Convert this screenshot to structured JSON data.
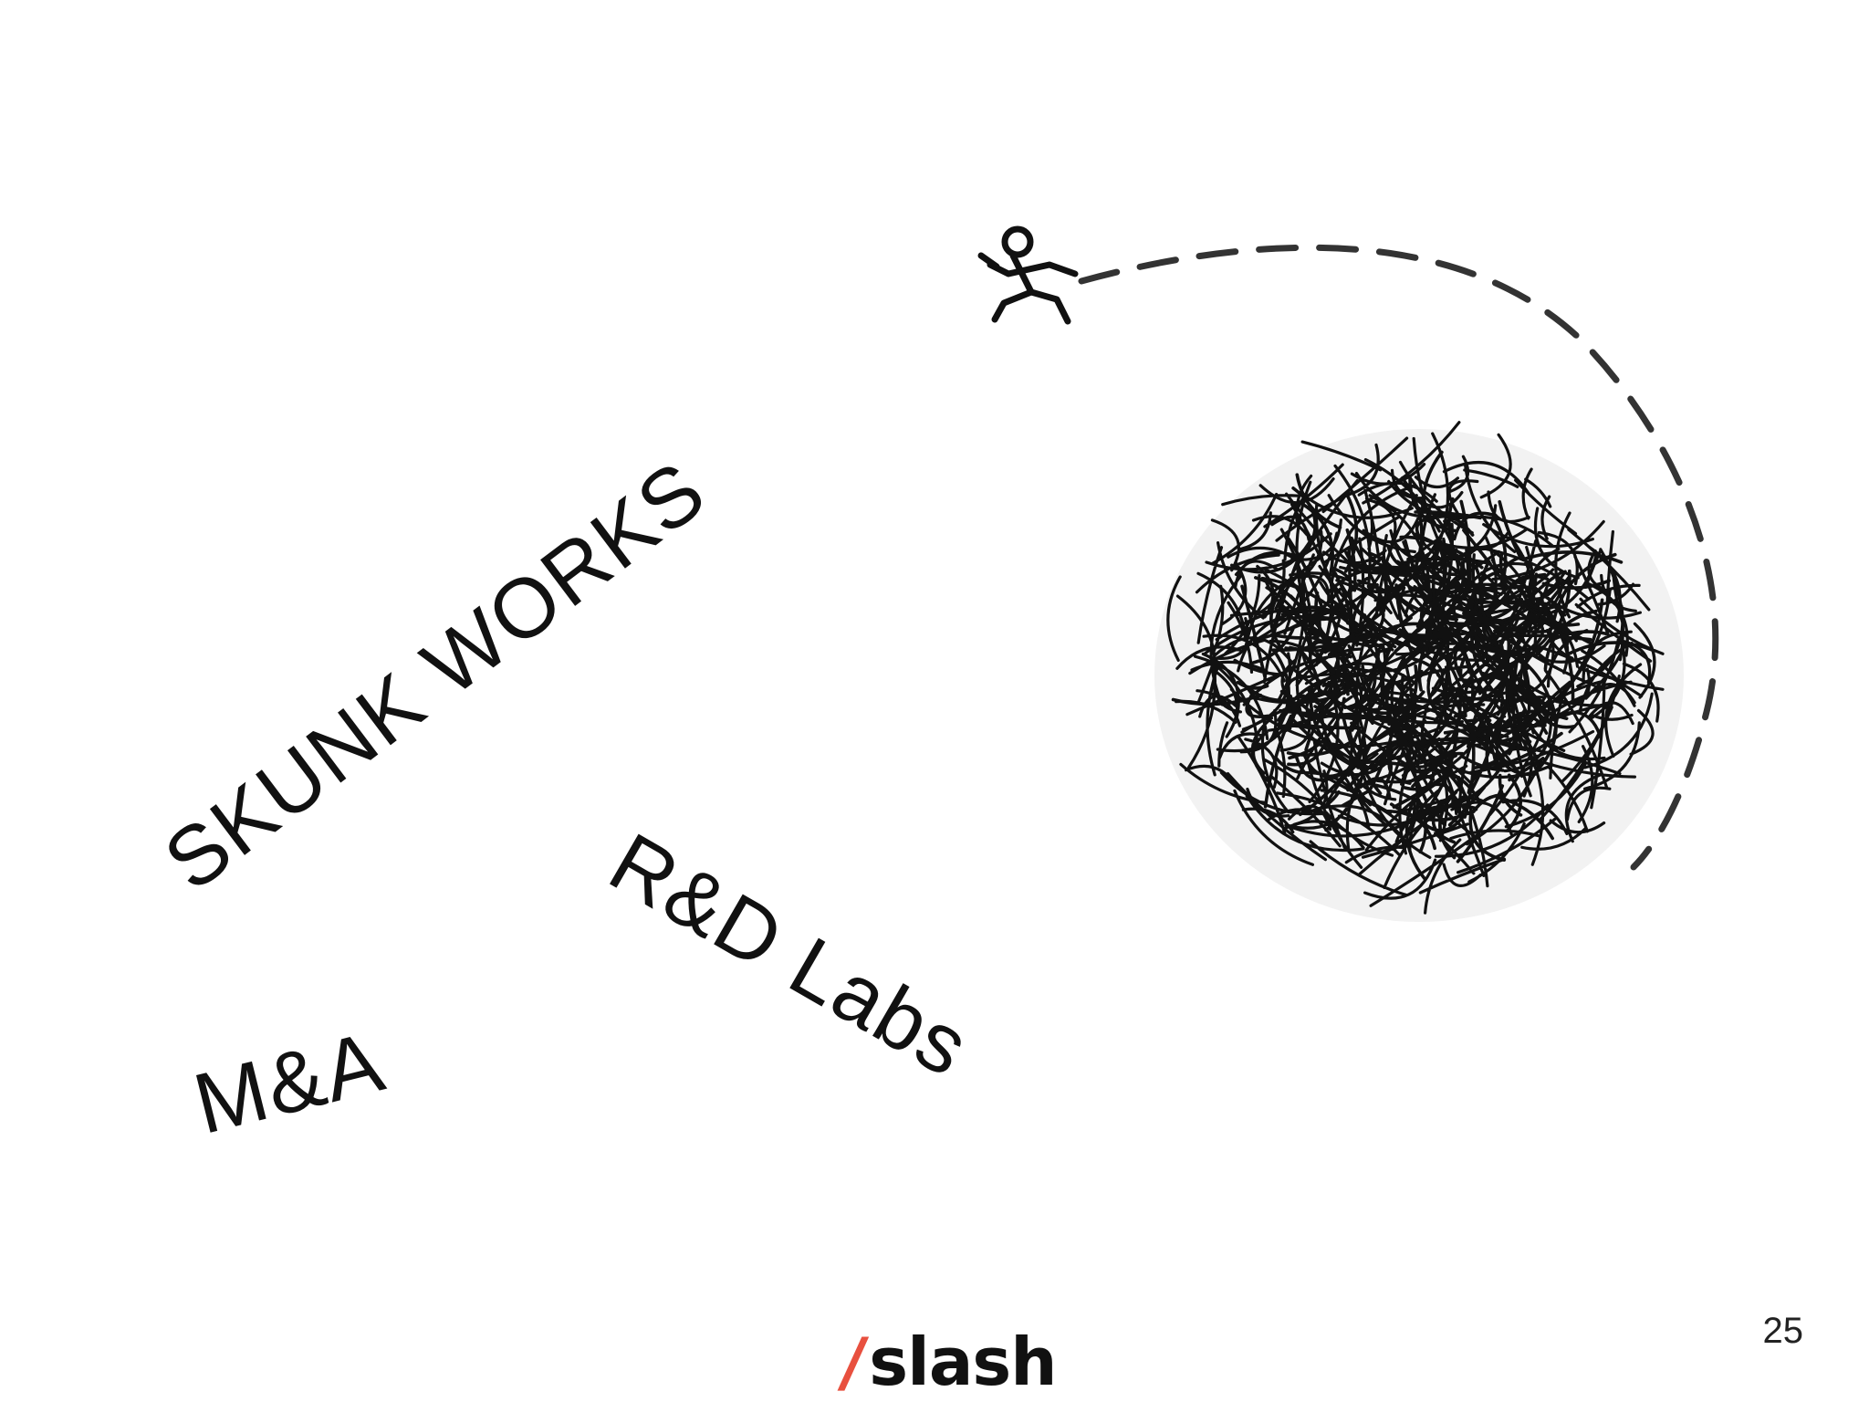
{
  "slide": {
    "labels": {
      "skunk_works": "SKUNK WORKS",
      "rd_labs": "R&D Labs",
      "ma": "M&A"
    },
    "page_number": "25",
    "logo": {
      "slash": "/",
      "word": "slash",
      "slash_color": "#e8503f"
    },
    "illustration": {
      "subject": "running stick figure escaping tangled scribble ball along dashed arc"
    }
  }
}
